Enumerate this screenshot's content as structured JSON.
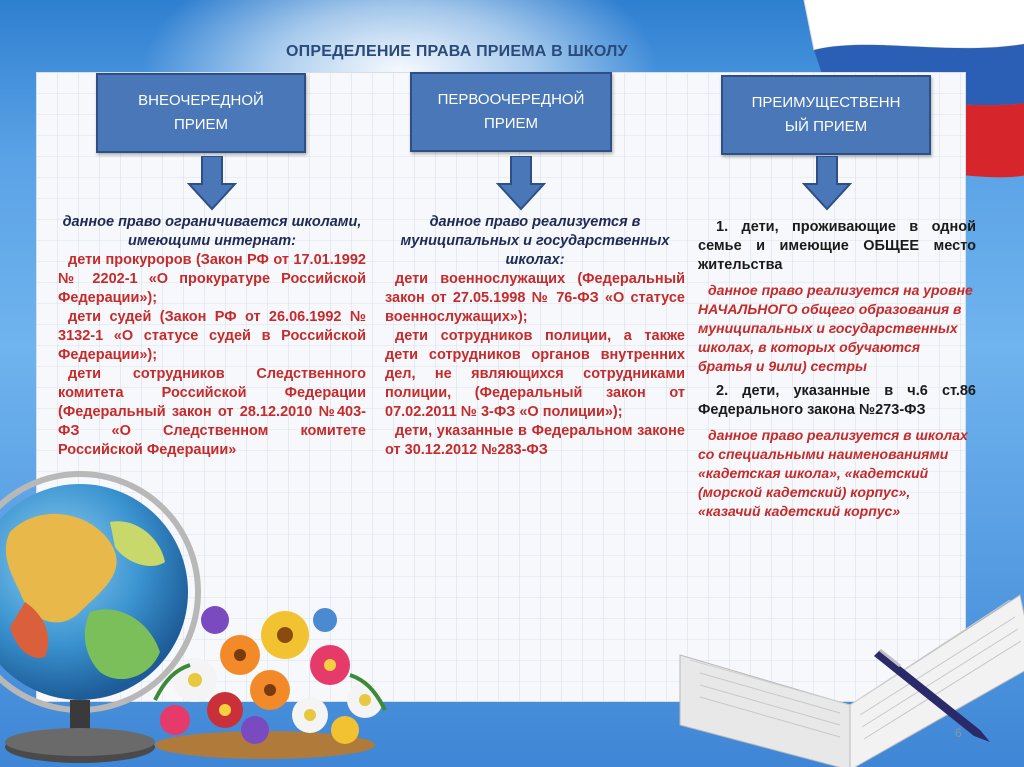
{
  "title": "ОПРЕДЕЛЕНИЕ ПРАВА ПРИЕМА В ШКОЛУ",
  "categories": [
    {
      "label_line1": "ВНЕОЧЕРЕДНОЙ",
      "label_line2": "ПРИЕМ"
    },
    {
      "label_line1": "ПЕРВООЧЕРЕДНОЙ",
      "label_line2": "ПРИЕМ"
    },
    {
      "label_line1": "ПРЕИМУЩЕСТВЕНН",
      "label_line2": "ЫЙ ПРИЕМ"
    }
  ],
  "col1": {
    "lead": "данное право ограничивается школами, имеющими интернат:",
    "items": [
      "дети прокуроров (Закон РФ от 17.01.1992 № 2202-1 «О прокуратуре Российской Федерации»);",
      "дети судей (Закон РФ от 26.06.1992 № 3132-1 «О статусе судей в Российской Федерации»);",
      "дети сотрудников Следственного комитета Российской Федерации (Федеральный закон от 28.12.2010 №403-ФЗ «О Следственном комитете Российской Федерации»"
    ]
  },
  "col2": {
    "lead": "данное право реализуется в муниципальных и государственных школах:",
    "items": [
      "дети военнослужащих (Федеральный закон от 27.05.1998 № 76-ФЗ «О статусе военнослужащих»);",
      "дети сотрудников полиции, а также дети сотрудников органов внутренних дел, не являющихся сотрудниками полиции, (Федеральный закон от 07.02.2011 № 3-ФЗ «О полиции»);",
      "дети, указанные в Федеральном законе от 30.12.2012 №283-ФЗ"
    ]
  },
  "col3": {
    "item1": "1. дети, проживающие в одной семье и имеющие ОБЩЕЕ место жительства",
    "note1": "данное право реализуется на уровне НАЧАЛЬНОГО общего образования в муниципальных и государственных школах, в которых обучаются братья и 9или) сестры",
    "item2": "2. дети, указанные в ч.6 ст.86 Федерального закона №273-ФЗ",
    "note2": "данное право реализуется в школах со специальными наименованиями «кадетская школа», «кадетский (морской кадетский) корпус», «казачий кадетский корпус»"
  },
  "slide_number": "6",
  "colors": {
    "box_fill": "#4a77b8",
    "box_border": "#2d4f86",
    "accent_red": "#c62a2a",
    "lead_navy": "#1f2a55"
  },
  "icons": [
    "globe-icon",
    "flower-bouquet-icon",
    "open-book-icon",
    "pen-icon",
    "russian-flag-ribbon-icon",
    "down-arrow-icon"
  ]
}
